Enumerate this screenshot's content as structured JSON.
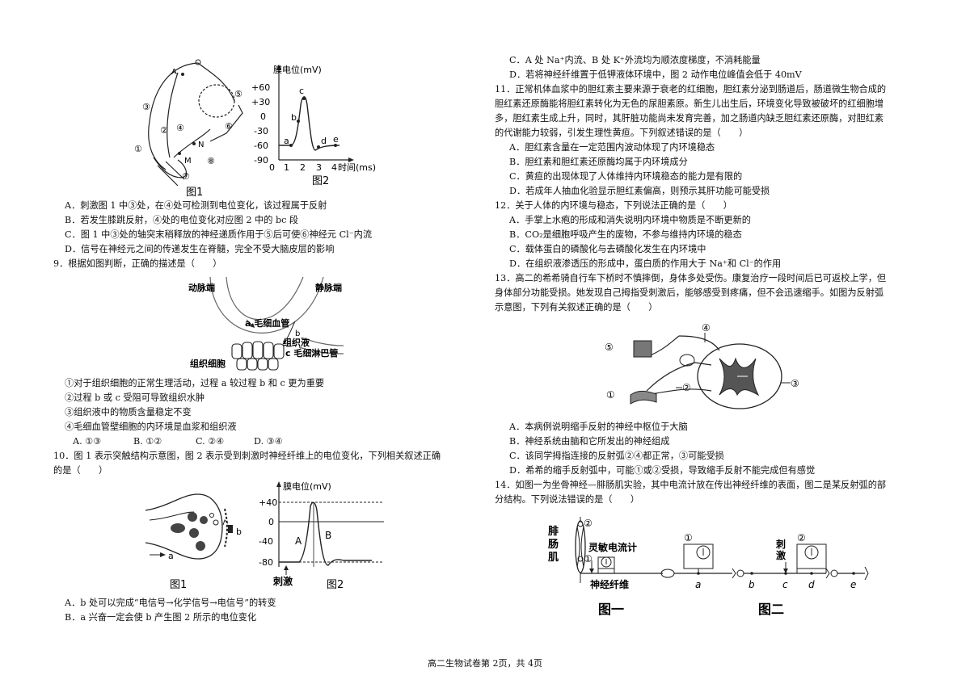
{
  "left": {
    "fig_top": {
      "fig1_caption": "图1",
      "fig2_caption": "图2",
      "fig2_ylabel": "膜电位(mV)",
      "fig2_xlabel": "时间(ms)",
      "fig2_yticks": [
        "+60",
        "+30",
        "0",
        "-30",
        "-60",
        "-90"
      ],
      "fig2_xticks": [
        "0",
        "1",
        "2",
        "3",
        "4"
      ],
      "fig2_points": [
        "a",
        "b",
        "c",
        "d",
        "e"
      ],
      "fig1_labels": [
        "A",
        "N",
        "M",
        "①",
        "②",
        "③",
        "④",
        "⑤",
        "⑥",
        "⑦",
        "⑧"
      ]
    },
    "q8_options": [
      "A．刺激图 1 中③处，在④处可检测到电位变化，该过程属于反射",
      "B．若发生膝跳反射，④处的电位变化对应图 2 中的 bc 段",
      "C．图 1 中③处的轴突末稍释放的神经递质作用于⑤后可使⑥神经元 Cl⁻内流",
      "D．信号在神经元之间的传递发生在脊髓，完全不受大脑皮层的影响"
    ],
    "q9_stem": "9．根据如图判断，正确的描述是（　　）",
    "q9_fig": {
      "artery": "动脉端",
      "vein": "静脉端",
      "capillary": "a 毛细血管",
      "b": "b",
      "fluid": "组织液",
      "lymph": "c 毛细淋巴管",
      "cells": "组织细胞"
    },
    "q9_items": [
      "①对于组织细胞的正常生理活动，过程 a 较过程 b 和 c 更为重要",
      "②过程 b 或 c 受阻可导致组织水肿",
      "③组织液中的物质含量稳定不变",
      "④毛细血管壁细胞的内环境是血浆和组织液"
    ],
    "q9_options": [
      "A. ①③",
      "B. ①②",
      "C. ②④",
      "D. ③④"
    ],
    "q10_stem": [
      "10．图 1 表示突触结构示意图，图 2 表示受到刺激时神经纤维上的电位变化，下列相关叙述正确",
      "的是（　　）"
    ],
    "q10_fig": {
      "fig1_caption": "图1",
      "fig2_caption": "图2",
      "a": "a",
      "b": "b",
      "ylabel": "膜电位(mV)",
      "plus40": "+40",
      "zero": "0",
      "minus40": "-40",
      "minus80": "-80",
      "A": "A",
      "B": "B",
      "stim": "刺激"
    },
    "q10_options": [
      "A．b 处可以完成“电信号→化学信号→电信号”的转变",
      "B．a 兴奋一定会使 b 产生图 2 所示的电位变化"
    ]
  },
  "right": {
    "q10_options_cont": [
      "C．A 处 Na⁺内流、B 处 K⁺外流均为顺浓度梯度，不消耗能量",
      "D．若将神经纤维置于低钾液体环境中，图 2 动作电位峰值会低于 40mV"
    ],
    "q11_stem": [
      "11．正常机体血浆中的胆红素主要来源于衰老的红细胞，胆红素分泌到肠道后，肠道微生物合成的",
      "胆红素还原酶能将胆红素转化为无色的尿胆素原。新生儿出生后，环境变化导致被破坏的红细胞增",
      "多，胆红素生成上升，同时，其肝脏功能尚未发育完善，加之肠道内缺乏胆红素还原酶，对胆红素",
      "的代谢能力较弱，引发生理性黄疸。下列叙述错误的是（　　）"
    ],
    "q11_options": [
      "A．胆红素含量在一定范围内波动体现了内环境稳态",
      "B．胆红素和胆红素还原酶均属于内环境成分",
      "C．黄疸的出现体现了人体维持内环境稳态的能力是有限的",
      "D．若成年人抽血化验显示胆红素偏高，则预示其肝功能可能受损"
    ],
    "q12_stem": "12．关于人体的内环境与稳态，下列说法正确的是（　　）",
    "q12_options": [
      "A．手掌上水疱的形成和消失说明内环境中物质是不断更新的",
      "B．CO₂是细胞呼吸产生的废物，不参与维持内环境的稳态",
      "C．载体蛋白的磷酸化与去磷酸化发生在内环境中",
      "D．在组织液渗透压的形成中，蛋白质的作用大于 Na⁺和 Cl⁻的作用"
    ],
    "q13_stem": [
      "13．高二的希希骑自行车下桥时不慎摔倒，身体多处受伤。康复治疗一段时间后已可返校上学，但",
      "身体部分功能受损。她发现自己拇指受刺激后，能够感受到疼痛，但不会迅速缩手。如图为反射弧",
      "示意图，下列有关叙述正确的是（　　）"
    ],
    "q13_fig_labels": [
      "①",
      "②",
      "③",
      "④",
      "⑤"
    ],
    "q13_options": [
      "A．本病例说明缩手反射的神经中枢位于大脑",
      "B．神经系统由脑和它所发出的神经组成",
      "C．该同学拇指连接的反射弧②④都正常，③可能受损",
      "D．希希的缩手反射弧中，可能①或②受损，导致缩手反射不能完成但有感觉"
    ],
    "q14_stem": [
      "14．如图一为坐骨神经—腓肠肌实验，其中电流计放在传出神经纤维的表面，图二是某反射弧的部",
      "分结构。下列说法错误的是（　　）"
    ],
    "q14_fig": {
      "muscle": "腓肠肌",
      "galvanometer": "灵敏电流计",
      "fiber": "神经纤维",
      "stim": "刺激",
      "n1": "①",
      "n2": "②",
      "a": "a",
      "b": "b",
      "c": "c",
      "d": "d",
      "e": "e",
      "fig1_caption": "图一",
      "fig2_caption": "图二"
    }
  },
  "footer": "高二生物试卷第 2页，共 4页"
}
